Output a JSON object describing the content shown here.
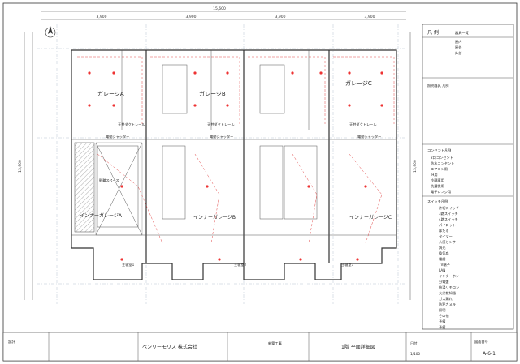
{
  "dimensions": {
    "top_total": "15,600",
    "top_segments": [
      "3,900",
      "3,900",
      "3,900",
      "3,900"
    ],
    "left_total": "13,900",
    "right_total": "13,900"
  },
  "rooms": {
    "garage_labels": [
      "ガレージA",
      "ガレージB",
      "ガレージC"
    ],
    "inner_garage_labels": [
      "インナーガレージA",
      "インナーガレージB",
      "インナーガレージC"
    ],
    "main_bedroom_labels": [
      "主寝室1",
      "主寝室2",
      "主寝室3"
    ],
    "parking_space": "駐輪スペース",
    "shutter_label": "電動シャッター",
    "ceiling_label": "天井ダクトレール"
  },
  "legend": {
    "header": "凡 例",
    "rows_top": [
      "器具一覧",
      "屋内",
      "屋外",
      "外部"
    ],
    "section_lighting": "照明器具 凡例",
    "section_outlet": "コンセント凡例",
    "section_switch": "スイッチ凡例",
    "outlet_rows": [
      "2口コンセント",
      "防水コンセント",
      "エアコン用",
      "IH用",
      "冷蔵庫用",
      "洗濯機用",
      "電子レンジ用"
    ],
    "switch_rows": [
      "片切スイッチ",
      "3路スイッチ",
      "4路スイッチ",
      "パイロット",
      "ほたる",
      "タイマー",
      "人感センサー",
      "調光",
      "換気扇",
      "電話",
      "TV端子",
      "LAN",
      "インターホン",
      "分電盤",
      "給湯リモコン",
      "火災報知器",
      "ガス漏れ",
      "防犯カメラ",
      "照明",
      "その他",
      "予備",
      "予備"
    ]
  },
  "title_block": {
    "company_left": "ペンリーモリス 株式会社",
    "project_label": "新築工事",
    "drawing_title": "1階 平面詳細図",
    "scale": "1/100",
    "sheet_no_label": "図面番号",
    "sheet_no": "A-6-1",
    "stamp_label": "設計",
    "date_label": "日付"
  }
}
